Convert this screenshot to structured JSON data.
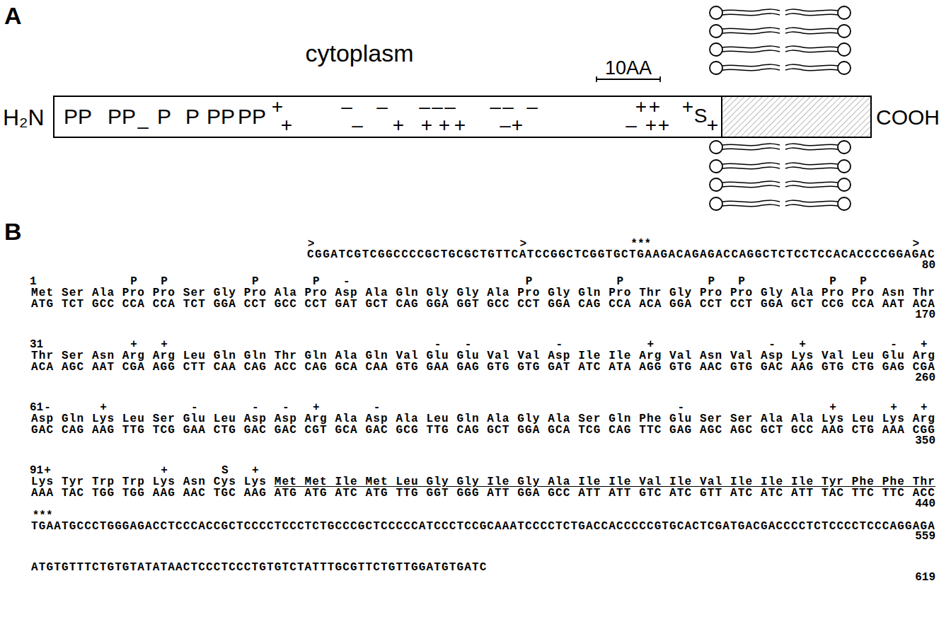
{
  "diagram": {
    "nodes": [
      {
        "text": [
          "PP",
          "PP",
          "–",
          "P",
          "P",
          "PP",
          "PP",
          "+",
          "+",
          "–",
          "–",
          "–",
          "+",
          "–",
          "+",
          "–",
          "–",
          "+",
          "+",
          "–",
          "–",
          "–",
          "+",
          "–",
          "–",
          "+",
          "+",
          "+",
          "+",
          "+",
          "S",
          "+"
        ]
      }
    ],
    "labels": [
      "A",
      "cytoplasm",
      "H₂N",
      "COOH",
      "10AA",
      "B",
      ">",
      ">",
      "***",
      ">",
      "CGGATCGTCGGCCCCGCTGCGCTGTTCATCCGGCTCGGTGCTGAAGACAGAGACCAGGCTCTCCTCCACACCCCGGAGAC",
      "80",
      "1",
      "P",
      "P",
      "P",
      "P",
      "-",
      "P",
      "P",
      "P",
      "P",
      "P",
      "P",
      "Met Ser Ala Pro Pro Ser Gly Pro Ala Pro Asp Ala Gln Gly Gly Ala Pro Gly Gln Pro Thr Gly Pro Pro Gly Ala Pro Pro Asn Thr",
      "ATG TCT GCC CCA CCA TCT GGA CCT GCC CCT GAT GCT CAG GGA GGT GCC CCT GGA CAG CCA ACA GGA CCT CCT GGA GCT CCG CCA AAT ACA",
      "170",
      "31",
      "+",
      "+",
      "-",
      "-",
      "-",
      "+",
      "-",
      "+",
      "-",
      "+",
      "Thr Ser Asn Arg Arg Leu Gln Gln Thr Gln Ala Gln Val Glu Glu Val Val Asp Ile Ile Arg Val Asn Val Asp Lys Val Leu Glu Arg",
      "ACA AGC AAT CGA AGG CTT CAA CAG ACC CAG GCA CAA GTG GAA GAG GTG GTG GAT ATC ATA AGG GTG AAC GTG GAC AAG GTG CTG GAG CGA",
      "260",
      "61",
      "-",
      "+",
      "-",
      "-",
      "-",
      "+",
      "-",
      "-",
      "+",
      "+",
      "+",
      "Asp Gln Lys Leu Ser Glu Leu Asp Asp Arg Ala Asp Ala Leu Gln Ala Gly Ala Ser Gln Phe Glu Ser Ser Ala Ala Lys Leu Lys Arg",
      "GAC CAG AAG TTG TCG GAA CTG GAC GAC CGT GCA GAC GCG TTG CAG GCT GGA GCA TCG CAG TTC GAG AGC AGC GCT GCC AAG CTG AAA CGG",
      "350",
      "91",
      "+",
      "+",
      "S",
      "+",
      "Lys Tyr Trp Trp Lys Asn Cys Lys",
      "Met Met Ile Met Leu Gly Gly Ile Gly Ala Ile Ile Val Ile Val Ile Ile Ile Tyr Phe Phe Thr",
      "AAA TAC TGG TGG AAG AAC TGC AAG ATG ATG ATC ATG TTG GGT GGG ATT GGA GCC ATT ATT GTC ATC GTT ATC ATC ATT TAC TTC TTC ACC",
      "440",
      "***",
      "TGAATGCCCTGGGAGACCTCCCACCGCTCCCCTCCCTCTGCCCGCTCCCCCATCCCTCCGCAAATCCCCTCTGACCACCCCCGTGCACTCGATGACGACCCCTCTCCCCTCCCAGGAGA",
      "559",
      "ATGTGTTTCTGTGTATATAACTCCCTCCCTGTGTCTATTTGCGTTCTGTTGGATGTGATC",
      "619"
    ]
  }
}
